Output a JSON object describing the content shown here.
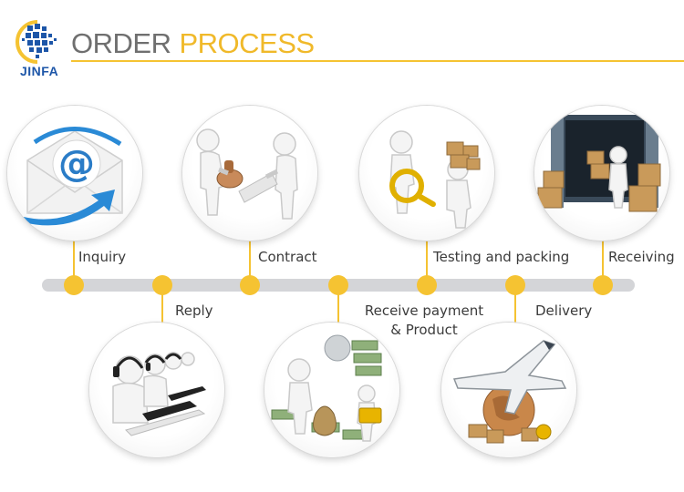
{
  "header": {
    "logo_text": "JINFA",
    "title_word1": "ORDER",
    "title_word2": "PROCESS"
  },
  "colors": {
    "accent_yellow": "#f5c332",
    "title_gray": "#6f6f6f",
    "title_yellow": "#f0b92a",
    "logo_blue": "#1d56a8",
    "timeline_gray": "#d4d5d8"
  },
  "steps": [
    {
      "label": "Inquiry",
      "position": "top",
      "illustration": "email-at-icon"
    },
    {
      "label": "Reply",
      "position": "bottom",
      "illustration": "headset-operators"
    },
    {
      "label": "Contract",
      "position": "top",
      "illustration": "stamp-handshake"
    },
    {
      "label": "Receive payment\n& Product",
      "position": "bottom",
      "illustration": "money-bags"
    },
    {
      "label": "Testing and packing",
      "position": "top",
      "illustration": "magnifier-boxes"
    },
    {
      "label": "Delivery",
      "position": "bottom",
      "illustration": "airplane-globe"
    },
    {
      "label": "Receiving",
      "position": "top",
      "illustration": "container-boxes"
    }
  ]
}
